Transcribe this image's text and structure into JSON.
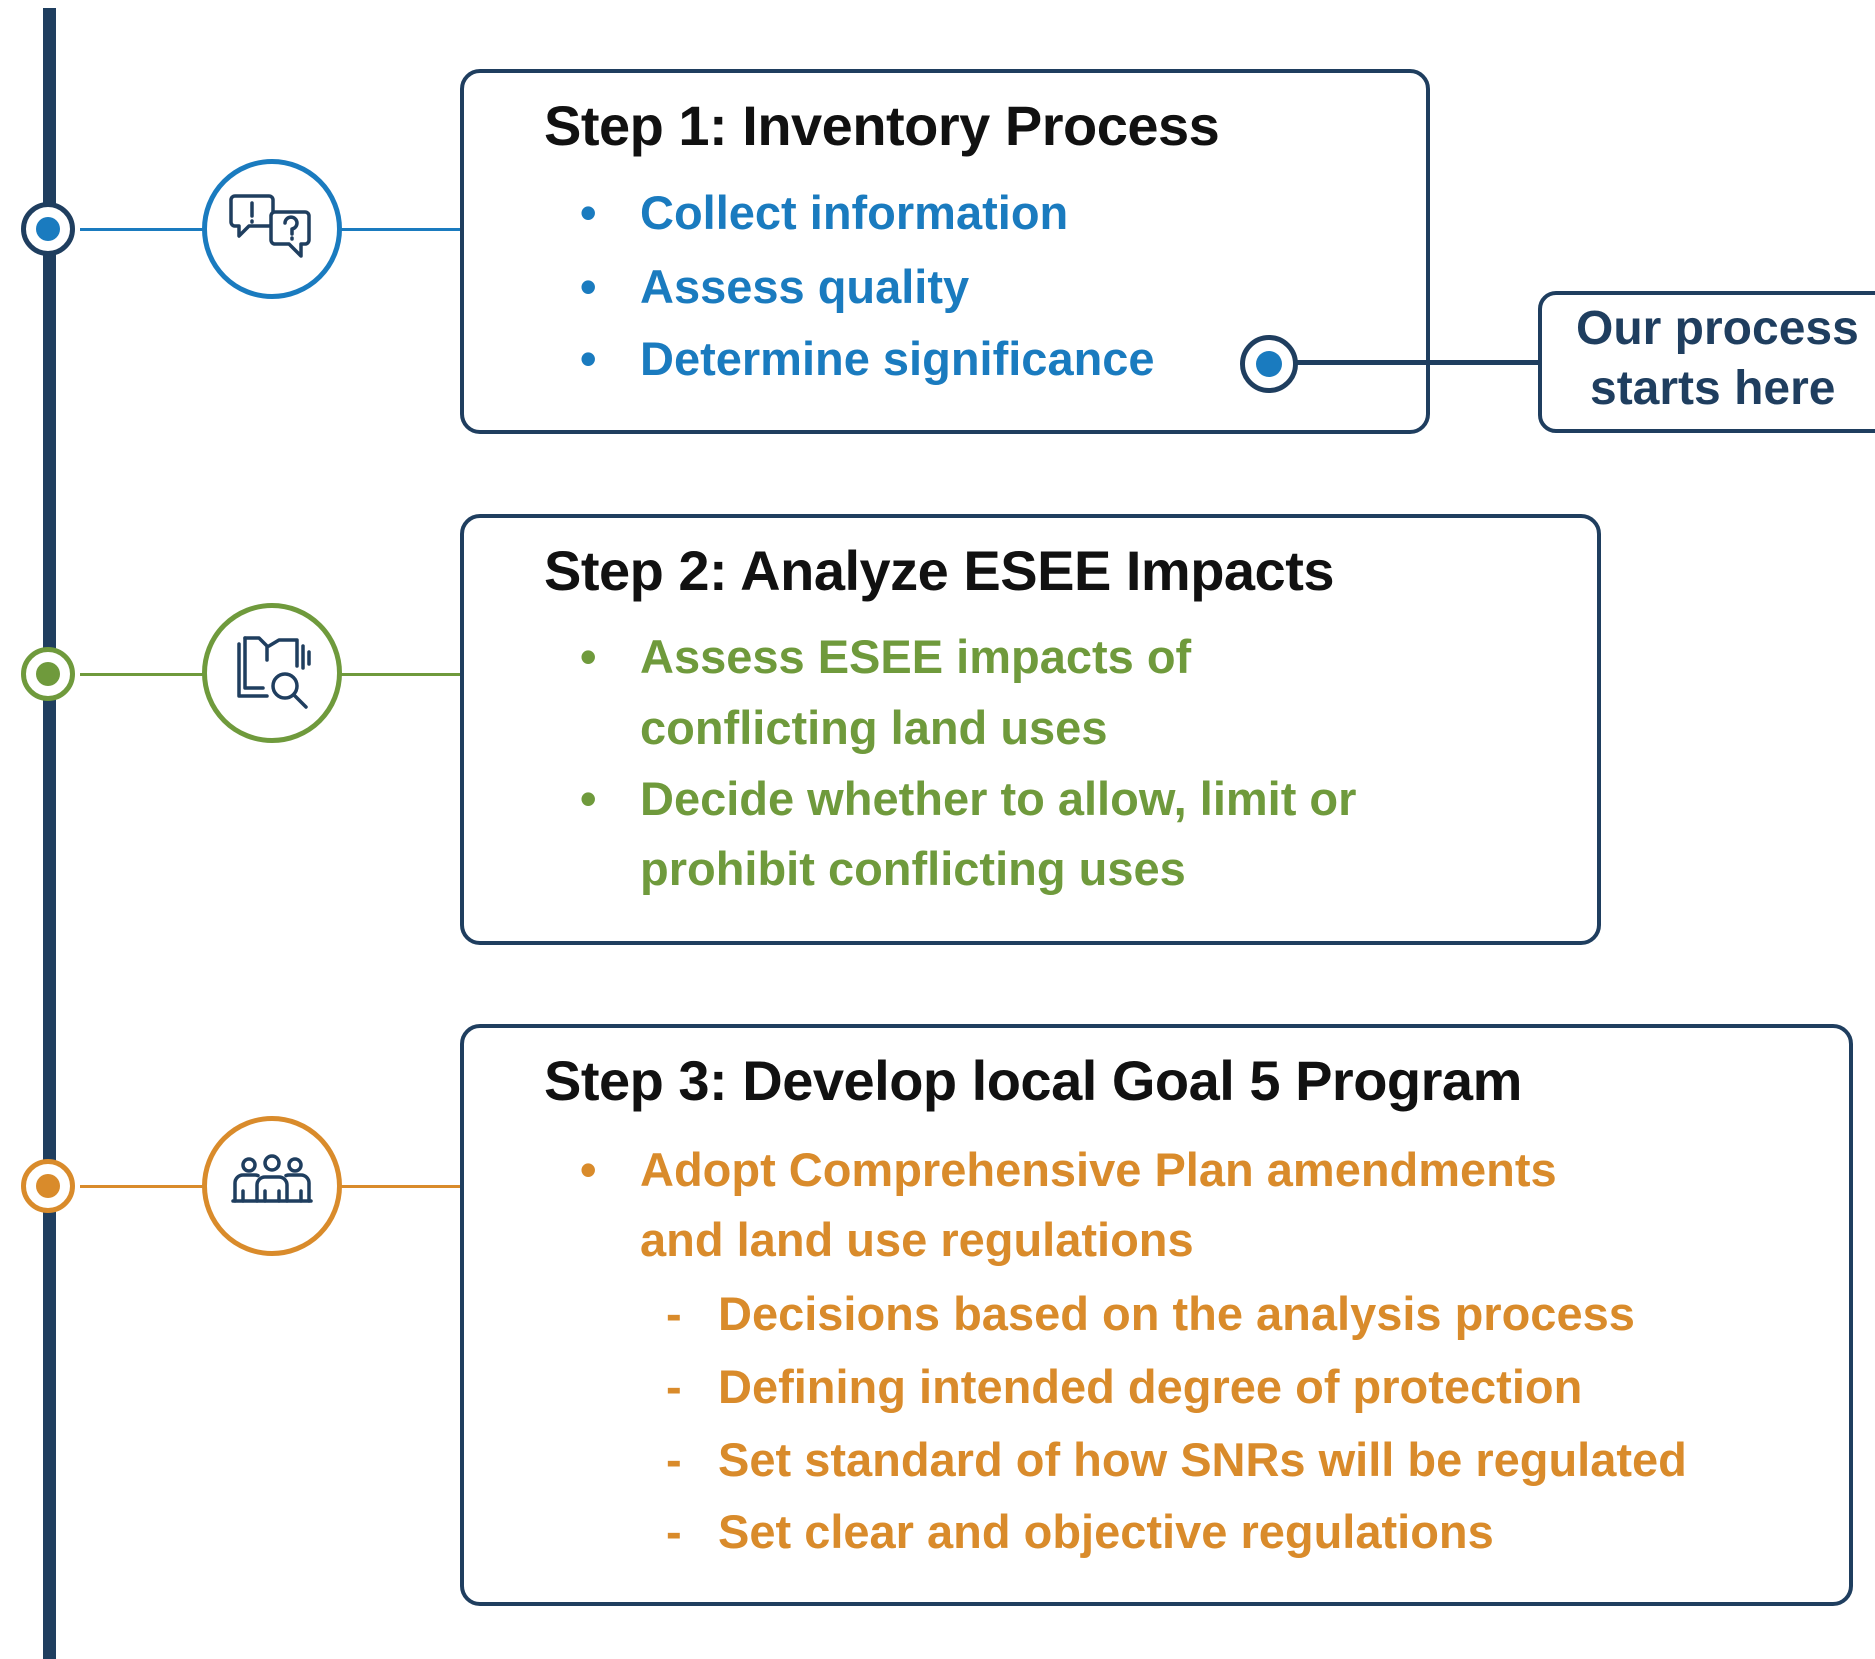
{
  "colors": {
    "navy": "#1f3e5f",
    "step1": "#1a7bbf",
    "step2": "#6f9a3c",
    "step3": "#d98b2b",
    "title": "#111111"
  },
  "steps": [
    {
      "title": "Step 1: Inventory Process",
      "icon": "speech-bubbles-question-icon",
      "items": [
        "Collect information",
        "Assess quality",
        "Determine significance"
      ]
    },
    {
      "title": "Step 2: Analyze ESEE Impacts",
      "icon": "book-magnifier-icon",
      "items": [
        [
          "Assess ESEE impacts of",
          "conflicting land uses"
        ],
        [
          "Decide whether to allow, limit or",
          "prohibit conflicting uses"
        ]
      ]
    },
    {
      "title": "Step 3: Develop local Goal 5 Program",
      "icon": "people-group-icon",
      "items": [
        [
          "Adopt Comprehensive Plan amendments",
          "and land use regulations"
        ]
      ],
      "subitems": [
        "Decisions based on the analysis process",
        "Defining intended degree of protection",
        "Set standard of how SNRs will be regulated",
        "Set clear and objective regulations"
      ]
    }
  ],
  "callout": {
    "line1": "Our process",
    "line2": "starts here"
  },
  "symbols": {
    "bullet": "•",
    "dash": "-"
  }
}
